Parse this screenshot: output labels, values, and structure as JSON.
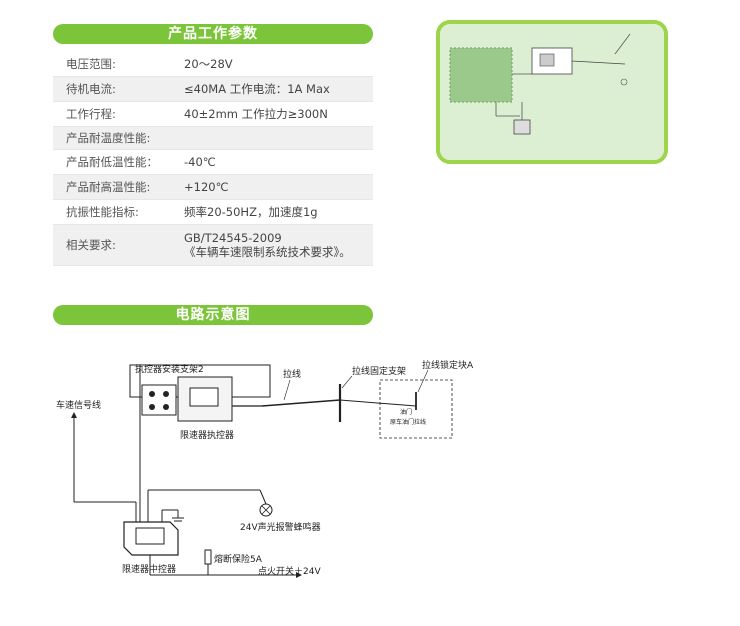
{
  "section1_title": "产品工作参数",
  "params": [
    {
      "label": "电压范围:",
      "value": "20～28V"
    },
    {
      "label": "待机电流:",
      "value": "≤40MA   工作电流：1A Max"
    },
    {
      "label": "工作行程:",
      "value": "40±2mm  工作拉力≥300N"
    },
    {
      "label": "产品耐温度性能:",
      "value": ""
    },
    {
      "label": "产品耐低温性能：",
      "value": "-40℃"
    },
    {
      "label": "产品耐高温性能:",
      "value": "+120℃"
    },
    {
      "label": "抗振性能指标:",
      "value": "频率20-50HZ，加速度1g"
    },
    {
      "label": "相关要求:",
      "value": "GB/T24545-2009",
      "value2": "《车辆车速限制系统技术要求》。"
    }
  ],
  "section2_title": "电路示意图",
  "diagram": {
    "bracket": "执控器安装支架2",
    "actuator": "限速器执控器",
    "cable": "拉线",
    "cable_bracket": "拉线固定支架",
    "lock_block": "拉线锁定块A",
    "throttle_line1": "油门",
    "throttle_line2": "原车油门拉线",
    "speed_signal": "车速信号线",
    "alarm": "24V声光报警蜂鸣器",
    "fuse": "熔断保险5A",
    "ignition": "点火开关＋24V",
    "controller": "限速器中控器"
  }
}
